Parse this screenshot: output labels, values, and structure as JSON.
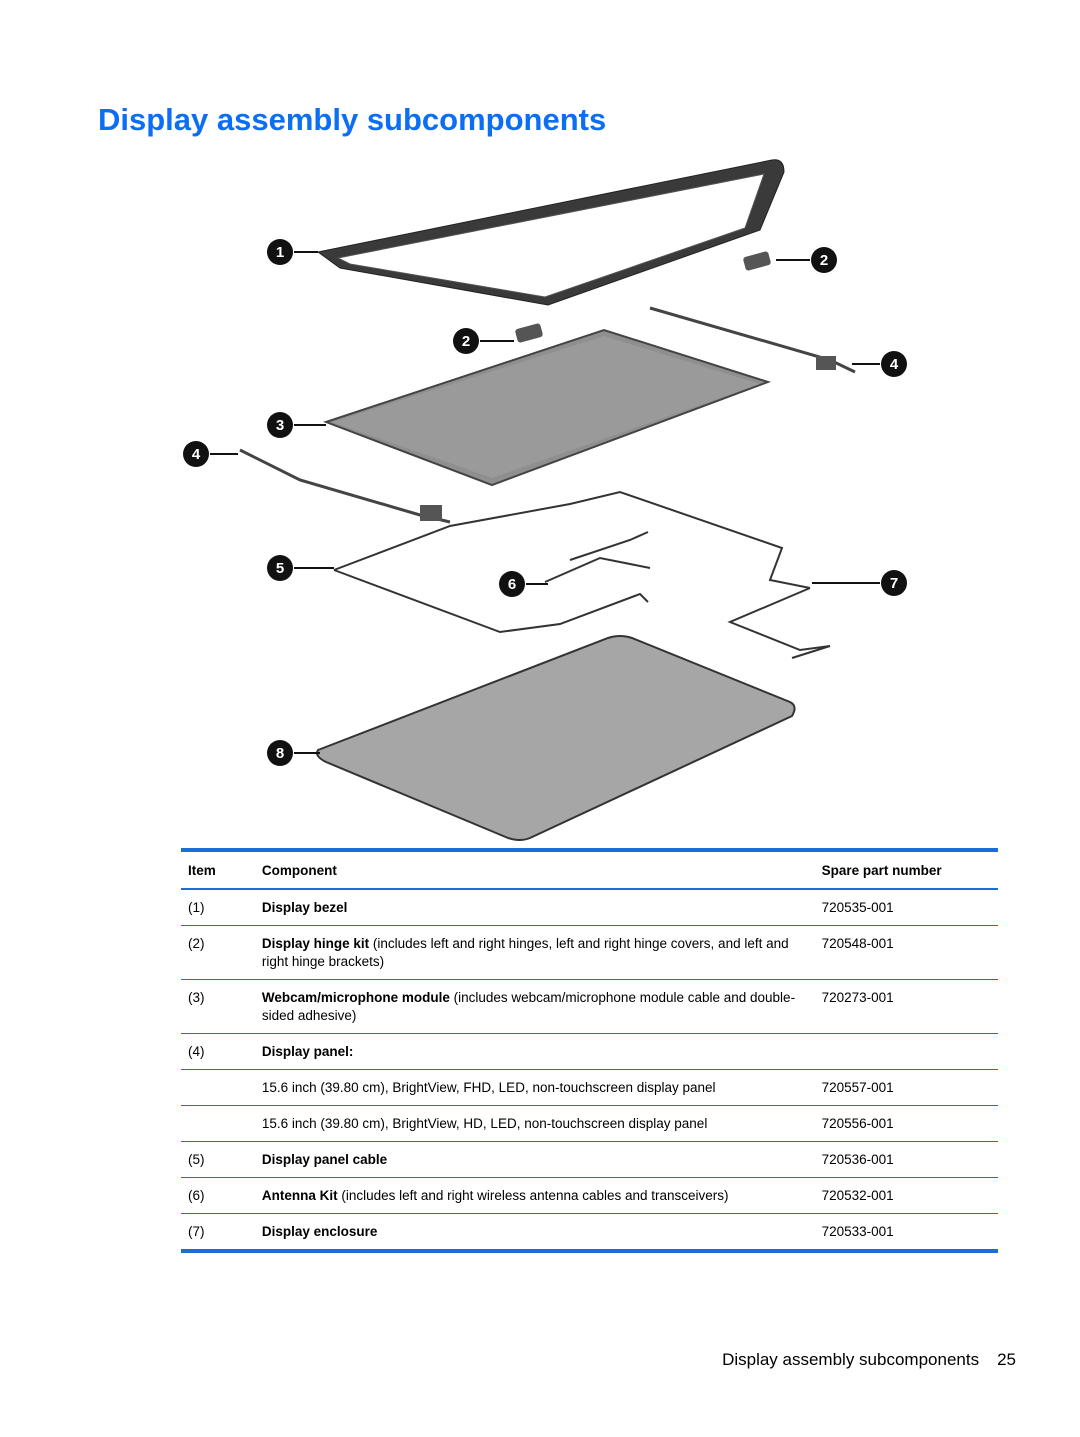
{
  "page": {
    "title": "Display assembly subcomponents",
    "footer_section": "Display assembly subcomponents",
    "page_number": "25"
  },
  "diagram": {
    "callouts": [
      "1",
      "2",
      "2",
      "3",
      "4",
      "4",
      "5",
      "6",
      "7",
      "8"
    ]
  },
  "table": {
    "headers": {
      "item": "Item",
      "component": "Component",
      "spare": "Spare part number"
    },
    "rows": [
      {
        "item": "(1)",
        "name": "Display bezel",
        "desc": "",
        "spare": "720535-001"
      },
      {
        "item": "(2)",
        "name": "Display hinge kit",
        "desc": " (includes left and right hinges, left and right hinge covers, and left and right hinge brackets)",
        "spare": "720548-001"
      },
      {
        "item": "(3)",
        "name": "Webcam/microphone module",
        "desc": " (includes webcam/microphone module cable and double-sided adhesive)",
        "spare": "720273-001"
      },
      {
        "item": "(4)",
        "name": "Display panel:",
        "desc": "",
        "spare": ""
      },
      {
        "item": "",
        "name": "",
        "desc": "15.6 inch (39.80 cm), BrightView, FHD, LED, non-touchscreen display panel",
        "spare": "720557-001"
      },
      {
        "item": "",
        "name": "",
        "desc": "15.6 inch (39.80 cm), BrightView, HD, LED, non-touchscreen display panel",
        "spare": "720556-001"
      },
      {
        "item": "(5)",
        "name": "Display panel cable",
        "desc": "",
        "spare": "720536-001"
      },
      {
        "item": "(6)",
        "name": "Antenna Kit",
        "desc": " (includes left and right wireless antenna cables and transceivers)",
        "spare": "720532-001"
      },
      {
        "item": "(7)",
        "name": "Display enclosure",
        "desc": "",
        "spare": "720533-001"
      }
    ]
  }
}
